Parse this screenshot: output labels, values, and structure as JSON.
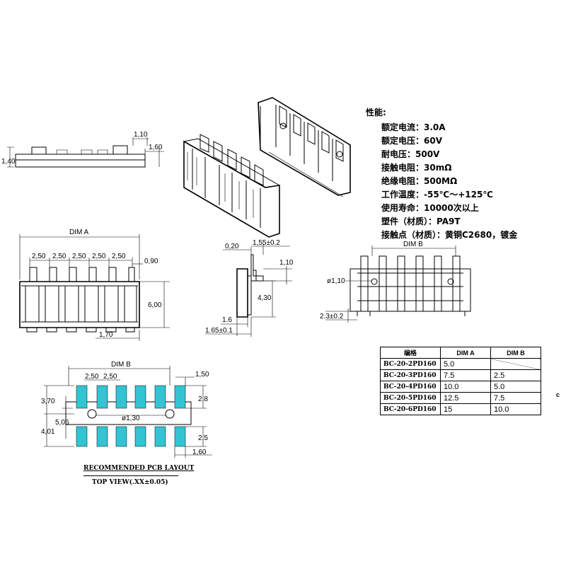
{
  "specs": {
    "title": "性能:",
    "rows": [
      "额定电流：3.0A",
      "额定电压：60V",
      "耐电压：500V",
      "接触电阻：30mΩ",
      "绝缘电阻：500MΩ",
      "工作温度：-55℃～+125℃",
      "使用寿命：10000次以上",
      "塑件（材质）：PA9T",
      "接触点（材质）：黄铜C2680，镀金"
    ]
  },
  "dims": {
    "side_h": "1,40",
    "side_w1": "1,10",
    "side_w2": "1,60",
    "dim_a": "DIM A",
    "pitch": "2,50",
    "top_off": "0,90",
    "body_h": "6,00",
    "bottom_w": "1,70",
    "sec_w1": "0,20",
    "sec_w2": "1,55±0.2",
    "sec_h1": "1,10",
    "sec_h2": "4,30",
    "sec_b1": "1.6",
    "sec_b2": "1.65±0.1",
    "dim_b": "DIM B",
    "hole_d": "ø1,10",
    "hole_pos": "2.3±0.2",
    "pcb_pitch": "2,50",
    "pcb_pitch2": "2,50",
    "pcb_padw": "1,50",
    "pcb_padh": "2.8",
    "pcb_upper": "3,70",
    "pcb_center": "5,06",
    "pcb_lower": "4,01",
    "pcb_hole": "ø1,30",
    "pcb_padh2": "2.5",
    "pcb_padw2": "1,60"
  },
  "captions": {
    "layout": "RECOMMENDED PCB LAYOUT",
    "view": "TOP VIEW(.XX±0.05)"
  },
  "table": {
    "headers": [
      "编格",
      "DIM A",
      "DIM B"
    ],
    "rows": [
      {
        "code": "BC-20-2PD160",
        "a": "5.0",
        "b": ""
      },
      {
        "code": "BC-20-3PD160",
        "a": "7.5",
        "b": "2.5"
      },
      {
        "code": "BC-20-4PD160",
        "a": "10.0",
        "b": "5.0"
      },
      {
        "code": "BC-20-5PD160",
        "a": "12.5",
        "b": "7.5"
      },
      {
        "code": "BC-20-6PD160",
        "a": "15",
        "b": "10.0"
      }
    ],
    "side_label": "c"
  },
  "colors": {
    "pad": "#33c4d4",
    "line": "#000000"
  }
}
